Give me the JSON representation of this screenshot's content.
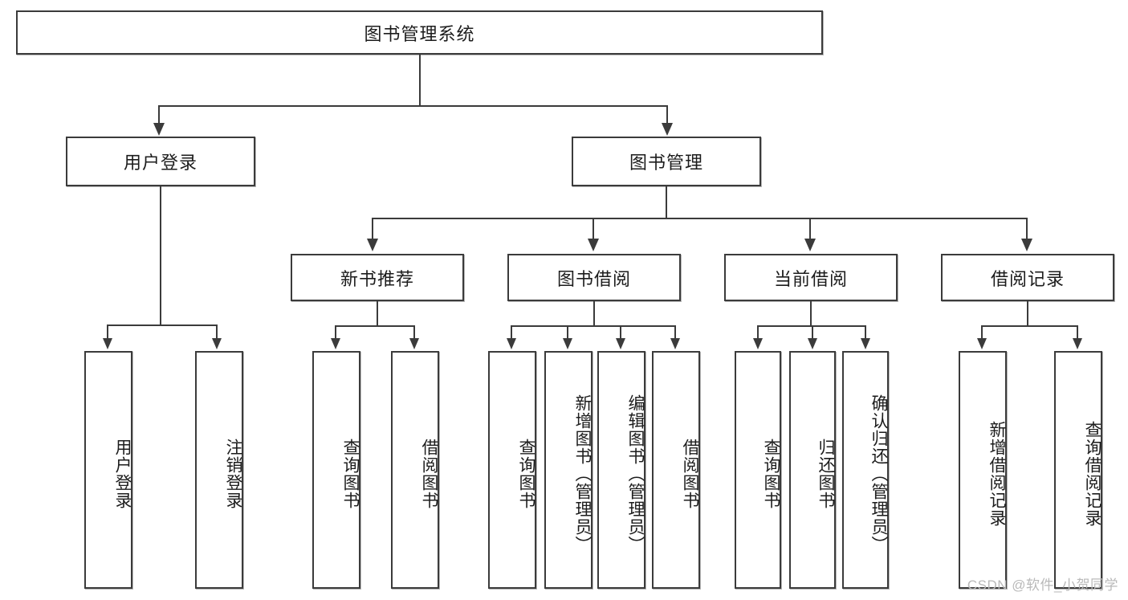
{
  "diagram": {
    "type": "tree-hierarchy",
    "title": "图书管理系统",
    "root": {
      "label": "图书管理系统"
    },
    "level2": [
      {
        "label": "用户登录"
      },
      {
        "label": "图书管理"
      }
    ],
    "level3": [
      {
        "label": "新书推荐"
      },
      {
        "label": "图书借阅"
      },
      {
        "label": "当前借阅"
      },
      {
        "label": "借阅记录"
      }
    ],
    "leaves": {
      "user_login": [
        {
          "label": "用户登录"
        },
        {
          "label": "注销登录"
        }
      ],
      "new_book_recommend": [
        {
          "label": "查询图书"
        },
        {
          "label": "借阅图书"
        }
      ],
      "book_borrow": [
        {
          "label": "查询图书"
        },
        {
          "label": "新增图书（管理员）"
        },
        {
          "label": "编辑图书（管理员）"
        },
        {
          "label": "借阅图书"
        }
      ],
      "current_borrow": [
        {
          "label": "查询图书"
        },
        {
          "label": "归还图书"
        },
        {
          "label": "确认归还（管理员）"
        }
      ],
      "borrow_record": [
        {
          "label": "新增借阅记录"
        },
        {
          "label": "查询借阅记录"
        }
      ]
    }
  },
  "watermark": {
    "text": "CSDN @软件_小贺同学"
  },
  "colors": {
    "stroke": "#3b3b3b",
    "text": "#1c1c1c",
    "background": "#ffffff",
    "watermark": "#b9b9b9"
  }
}
